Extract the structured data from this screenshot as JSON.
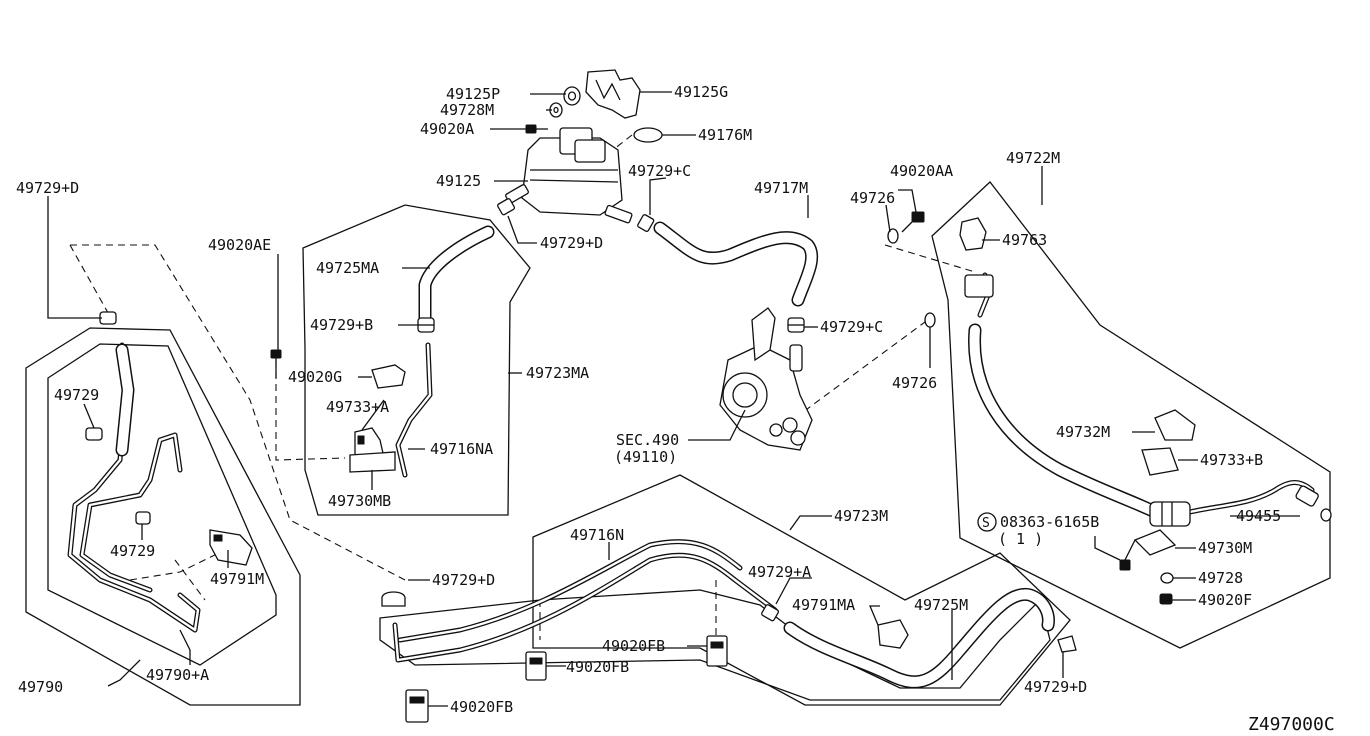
{
  "diagram_code": "Z497000C",
  "labels": {
    "p49125P": "49125P",
    "p49728M": "49728M",
    "p49020A": "49020A",
    "p49125G": "49125G",
    "p49176M": "49176M",
    "p49125": "49125",
    "p49729C_top": "49729+C",
    "p49717M": "49717M",
    "p49020AA": "49020AA",
    "p49726_top": "49726",
    "p49763": "49763",
    "p49722M": "49722M",
    "p49729D_left": "49729+D",
    "p49020AE": "49020AE",
    "p49725MA": "49725MA",
    "p49729D_mid": "49729+D",
    "p49729B": "49729+B",
    "p49729C_pump": "49729+C",
    "p49020G": "49020G",
    "p49723MA": "49723MA",
    "p49733A": "49733+A",
    "p49726_mid": "49726",
    "p49729_upper": "49729",
    "p49716NA": "49716NA",
    "sec490": "SEC.490",
    "sec490_sub": "(49110)",
    "p49730MB": "49730MB",
    "p49732M": "49732M",
    "p49733B": "49733+B",
    "p49723M": "49723M",
    "p49716N": "49716N",
    "p49455": "49455",
    "p08363": "08363-6165B",
    "p08363_qty": "( 1 )",
    "p49729_lower": "49729",
    "p49791M": "49791M",
    "p49730M": "49730M",
    "p49729D_low": "49729+D",
    "p49729A": "49729+A",
    "p49728": "49728",
    "p49791MA": "49791MA",
    "p49725M": "49725M",
    "p49020F": "49020F",
    "p49020FB_mid": "49020FB",
    "p49020FB_right": "49020FB",
    "p49790A": "49790+A",
    "p49790": "49790",
    "p49729D_right": "49729+D",
    "p49020FB_bottom": "49020FB"
  },
  "symbols": {
    "circled_s": "S"
  }
}
